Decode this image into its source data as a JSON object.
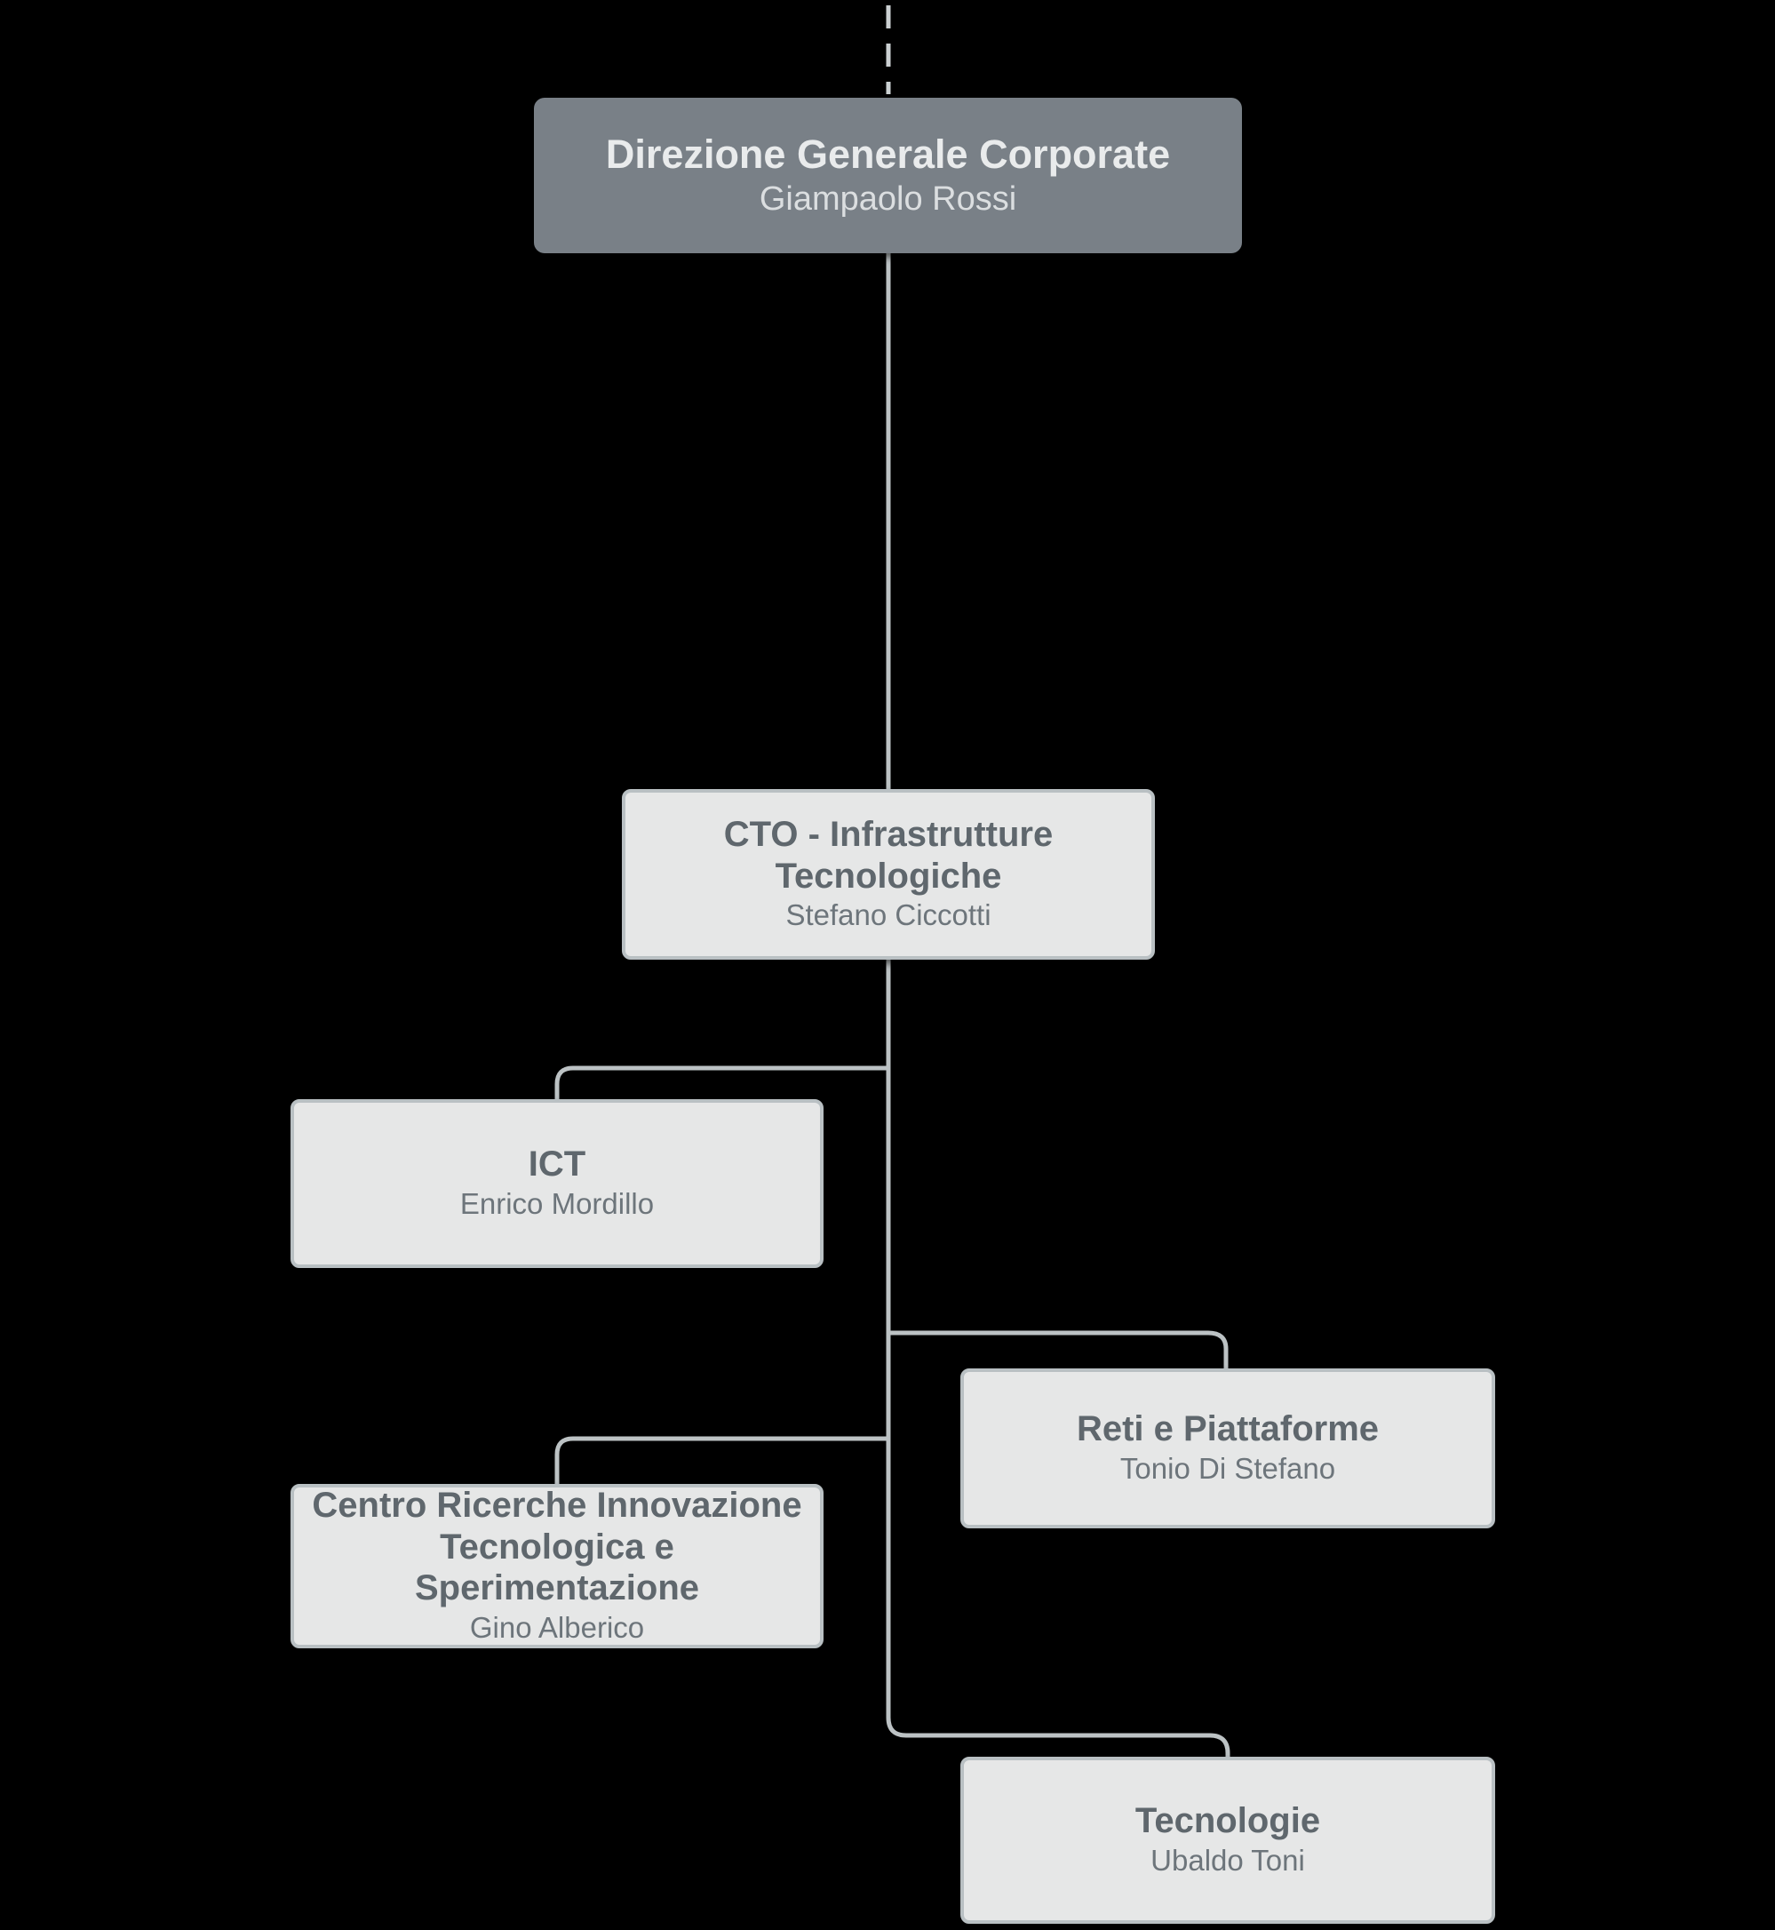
{
  "colors": {
    "root_box_fill": "#798087",
    "root_title_text": "#e9ebec",
    "root_name_text": "#dbdee0",
    "child_box_fill": "#e6e7e7",
    "child_box_border": "#b9c0c3",
    "child_title_text": "#5f676d",
    "child_name_text": "#6d757b",
    "connector_line": "#bcc2c4",
    "dashed_line": "#cbd0d2",
    "background": "#000000"
  },
  "org_chart": {
    "root": {
      "title": "Direzione Generale Corporate",
      "name": "Giampaolo Rossi"
    },
    "cto": {
      "title": "CTO - Infrastrutture Tecnologiche",
      "name": "Stefano Ciccotti"
    },
    "children": [
      {
        "id": "ict",
        "title": "ICT",
        "name": "Enrico Mordillo"
      },
      {
        "id": "reti",
        "title": "Reti e Piattaforme",
        "name": "Tonio Di Stefano"
      },
      {
        "id": "centro",
        "title": "Centro Ricerche Innovazione Tecnologica e Sperimentazione",
        "name": "Gino Alberico"
      },
      {
        "id": "tecnologie",
        "title": "Tecnologie",
        "name": "Ubaldo Toni"
      }
    ]
  }
}
